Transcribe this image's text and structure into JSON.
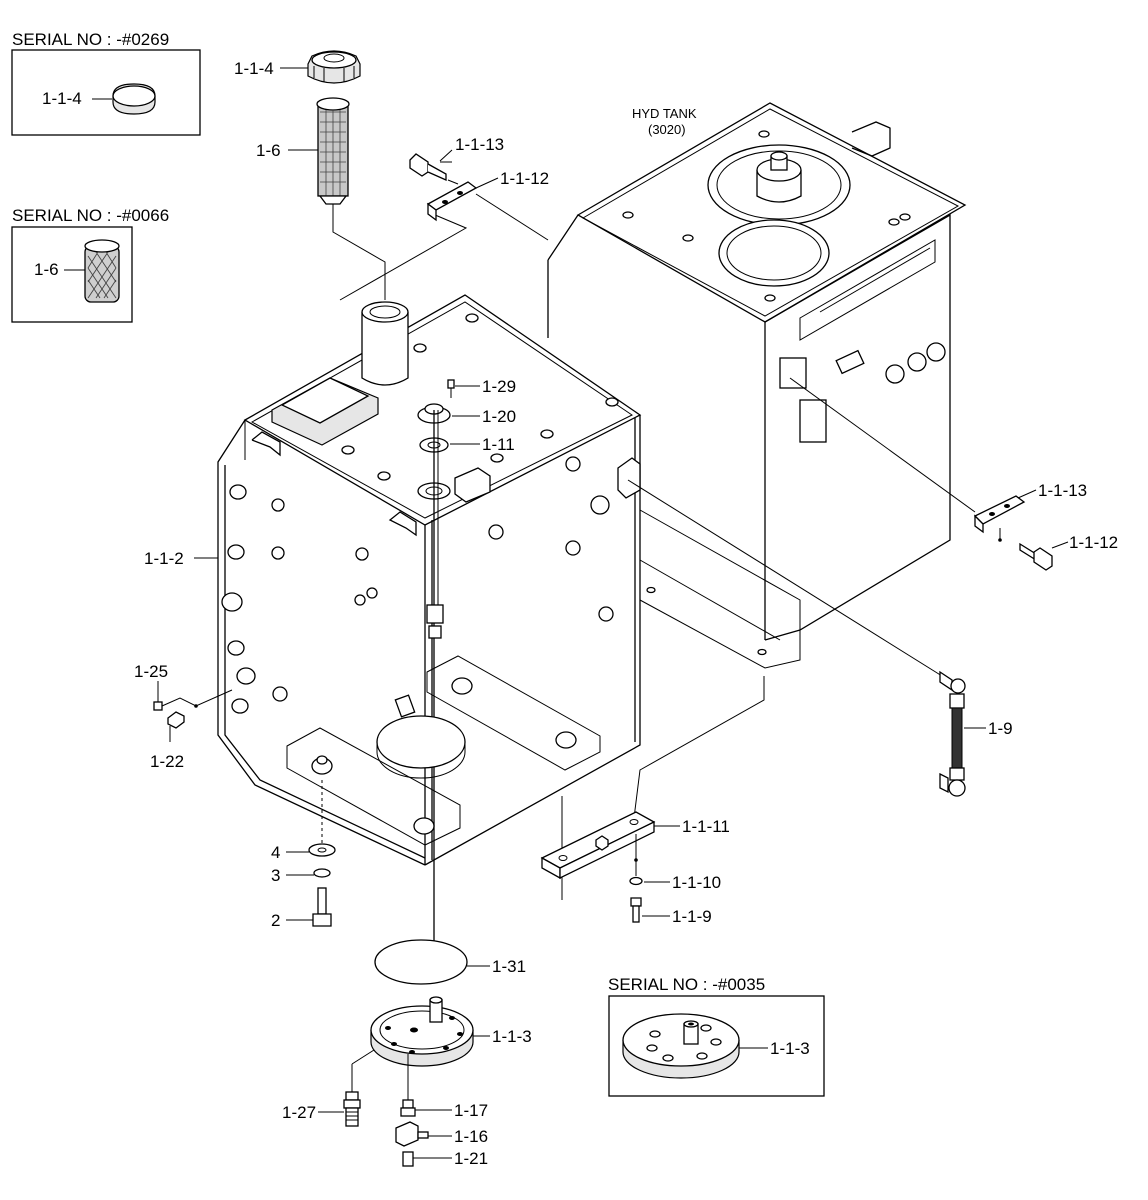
{
  "insets": {
    "serial_0269": {
      "header": "SERIAL NO : -#0269",
      "part": "1-1-4"
    },
    "serial_0066": {
      "header": "SERIAL NO : -#0066",
      "part": "1-6"
    },
    "serial_0035": {
      "header": "SERIAL NO : -#0035",
      "part": "1-1-3"
    }
  },
  "hyd_tank": {
    "line1": "HYD TANK",
    "line2": "(3020)"
  },
  "callouts": {
    "c_1_1_4": "1-1-4",
    "c_1_6": "1-6",
    "c_1_1_13_top": "1-1-13",
    "c_1_1_12_top": "1-1-12",
    "c_1_29": "1-29",
    "c_1_20": "1-20",
    "c_1_11": "1-11",
    "c_1_1_2": "1-1-2",
    "c_1_25": "1-25",
    "c_1_22": "1-22",
    "c_1_1_13_right": "1-1-13",
    "c_1_1_12_right": "1-1-12",
    "c_1_9": "1-9",
    "c_1_1_11": "1-1-11",
    "c_1_1_10": "1-1-10",
    "c_1_1_9": "1-1-9",
    "c_4": "4",
    "c_3": "3",
    "c_2": "2",
    "c_1_31": "1-31",
    "c_1_1_3": "1-1-3",
    "c_1_27": "1-27",
    "c_1_17": "1-17",
    "c_1_16": "1-16",
    "c_1_21": "1-21"
  }
}
